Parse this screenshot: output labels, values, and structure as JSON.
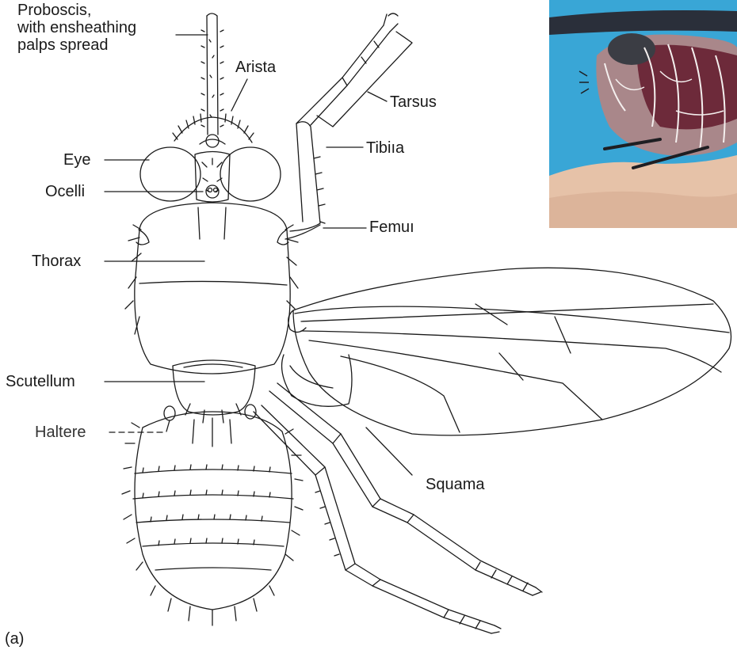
{
  "labels": {
    "proboscis": [
      "Proboscis,",
      "with ensheathing",
      "palps spread"
    ],
    "arista": "Arista",
    "tarsus": "Tarsus",
    "eye": "Eye",
    "tibia": "Tibiıa",
    "ocelli": "Ocelli",
    "femur": "Femuı",
    "thorax": "Thorax",
    "scutellum": "Scutellum",
    "haltere": "Haltere",
    "squama": "Squama",
    "panel": "(a)"
  },
  "colors": {
    "ink": "#1a1a1a",
    "photo_sky": "#39a6d6",
    "photo_skin": "#e6c2a8",
    "photo_body": "#5a3a3a"
  }
}
